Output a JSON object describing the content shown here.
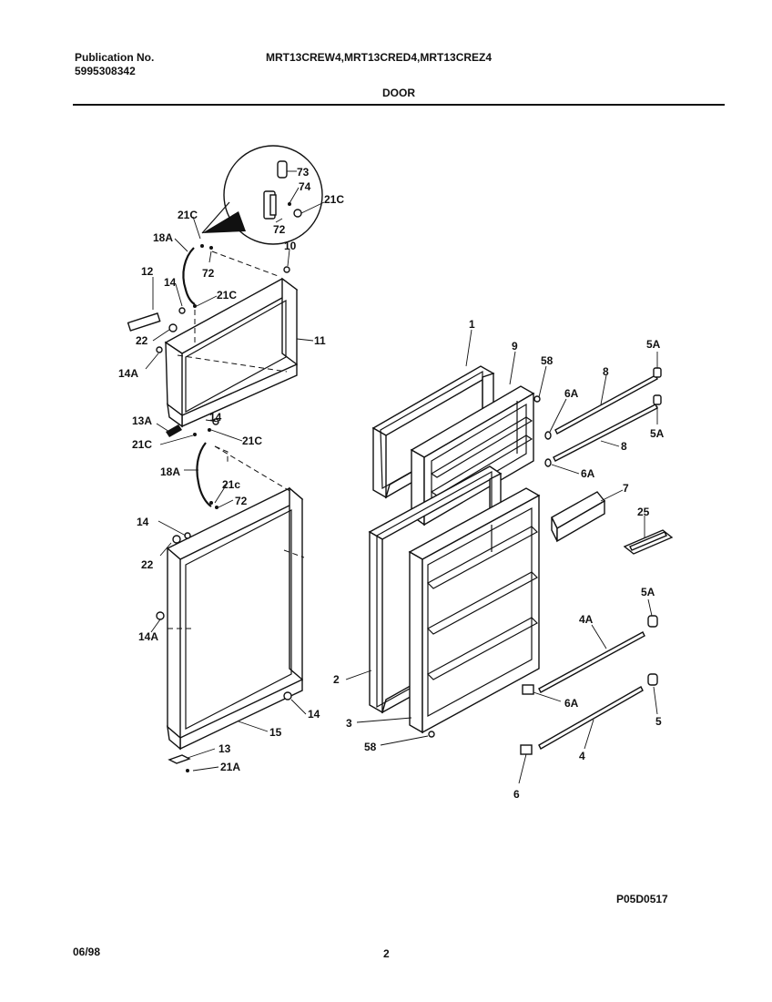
{
  "header": {
    "publication_label": "Publication No.",
    "publication_number": "5995308342",
    "models": "MRT13CREW4,MRT13CRED4,MRT13CREZ4",
    "section": "DOOR"
  },
  "footer": {
    "drawing_code": "P05D0517",
    "date": "06/98",
    "page_number": "2"
  },
  "callouts": {
    "c73": "73",
    "c74": "74",
    "c21C_inset": "21C",
    "c72_inset": "72",
    "c21C_a": "21C",
    "c18A_a": "18A",
    "c72_a": "72",
    "c10": "10",
    "c12": "12",
    "c14_a": "14",
    "c21C_b": "21C",
    "c22_a": "22",
    "c11": "11",
    "c14A_a": "14A",
    "c13A": "13A",
    "c14_b": "14",
    "c21C_c": "21C",
    "c21C_d": "21C",
    "c18A_b": "18A",
    "c21c": "21c",
    "c72_b": "72",
    "c14_c": "14",
    "c22_b": "22",
    "c14A_b": "14A",
    "c15": "15",
    "c14_d": "14",
    "c13": "13",
    "c21A": "21A",
    "c1": "1",
    "c9": "9",
    "c58_a": "58",
    "c6A_a": "6A",
    "c8_a": "8",
    "c5A_a": "5A",
    "c5A_b": "5A",
    "c8_b": "8",
    "c6A_b": "6A",
    "c7": "7",
    "c25": "25",
    "c5A_c": "5A",
    "c4A": "4A",
    "c2": "2",
    "c6A_c": "6A",
    "c3": "3",
    "c5": "5",
    "c58_b": "58",
    "c4": "4",
    "c6": "6"
  }
}
